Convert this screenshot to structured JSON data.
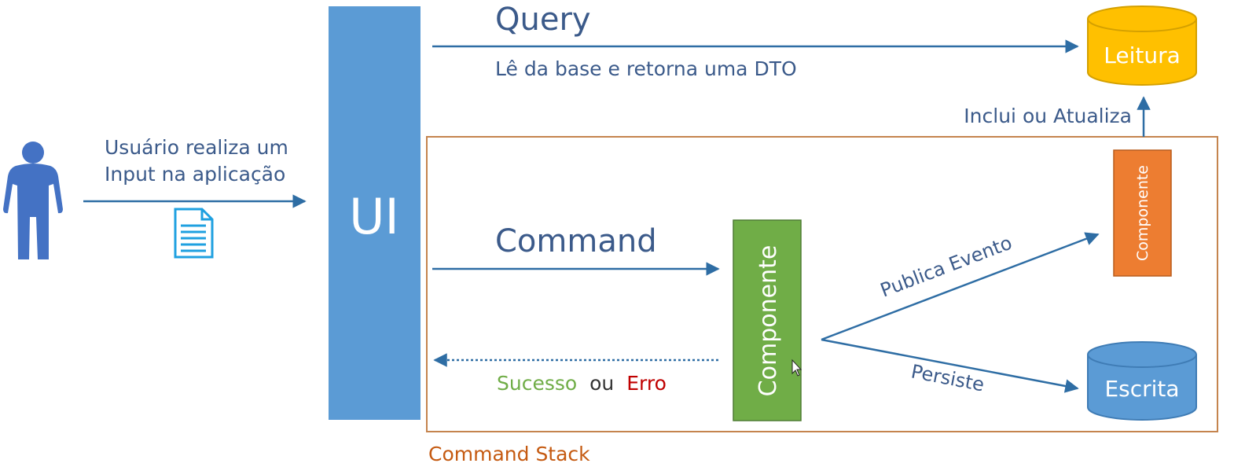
{
  "colors": {
    "ui_blue": "#5b9bd5",
    "arrow_blue": "#2e6da4",
    "text_blue": "#3b5a8a",
    "leitura_yellow": "#ffc000",
    "escrita_blue": "#5b9bd5",
    "componente_green": "#70ad47",
    "componente_orange": "#ed7d31",
    "stack_border": "#c5844e",
    "stack_label": "#c55a11",
    "sucesso_green": "#70ad47",
    "erro_red": "#c00000"
  },
  "icons": {
    "user": "person-icon",
    "document": "document-icon",
    "cursor": "mouse-cursor-icon"
  },
  "user_action": {
    "line1": "Usuário realiza um",
    "line2": "Input na aplicação"
  },
  "ui_label": "UI",
  "query": {
    "title": "Query",
    "description": "Lê da base e retorna uma DTO"
  },
  "command": {
    "title": "Command"
  },
  "result": {
    "success": "Sucesso",
    "connector": "ou",
    "error": "Erro"
  },
  "components": {
    "green": "Componente",
    "orange": "Componente"
  },
  "databases": {
    "read": "Leitura",
    "write": "Escrita"
  },
  "edges": {
    "publish": "Publica Evento",
    "persist": "Persiste",
    "update": "Inclui ou Atualiza"
  },
  "command_stack_label": "Command Stack"
}
